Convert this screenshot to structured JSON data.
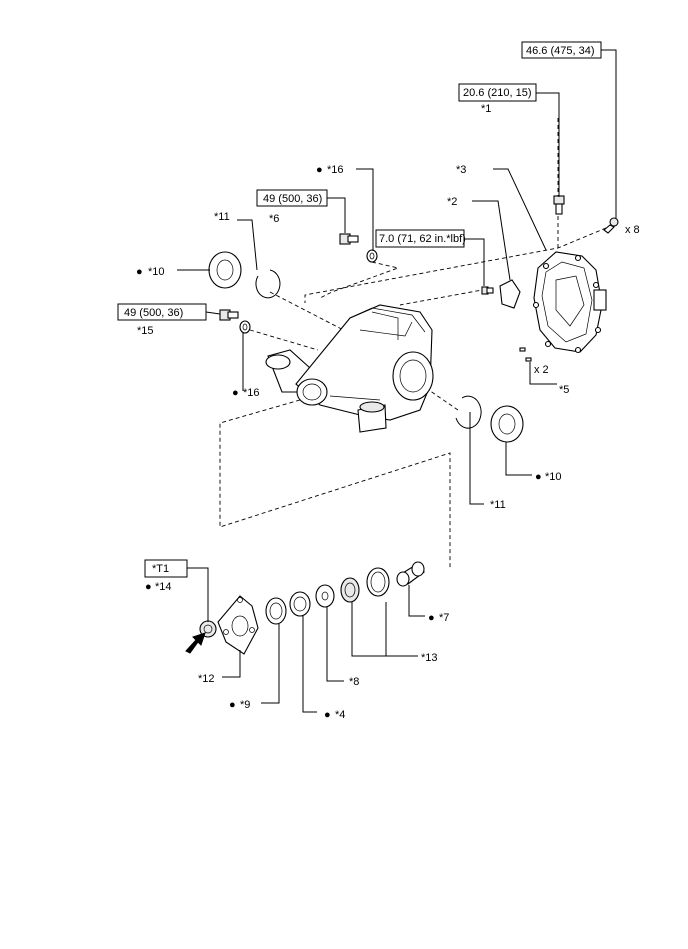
{
  "torque_specs": {
    "t1": "46.6 (475, 34)",
    "t2": "20.6 (210, 15)",
    "t3": "49 (500, 36)",
    "t4": "7.0 (71, 62 in.*lbf)",
    "t5": "49 (500, 36)"
  },
  "callouts": {
    "c1": "*1",
    "c2": "*2",
    "c3": "*3",
    "c4": "*4",
    "c5": "*5",
    "c6": "*6",
    "c7": "*7",
    "c8": "*8",
    "c9": "*9",
    "c10a": "*10",
    "c10b": "*10",
    "c11a": "*11",
    "c11b": "*11",
    "c12": "*12",
    "c13": "*13",
    "c14": "*14",
    "c15": "*15",
    "c16a": "*16",
    "c16b": "*16",
    "t1": "*T1"
  },
  "quantities": {
    "x8": "x 8",
    "x2": "x 2"
  },
  "markers": {
    "bullet": "●"
  }
}
